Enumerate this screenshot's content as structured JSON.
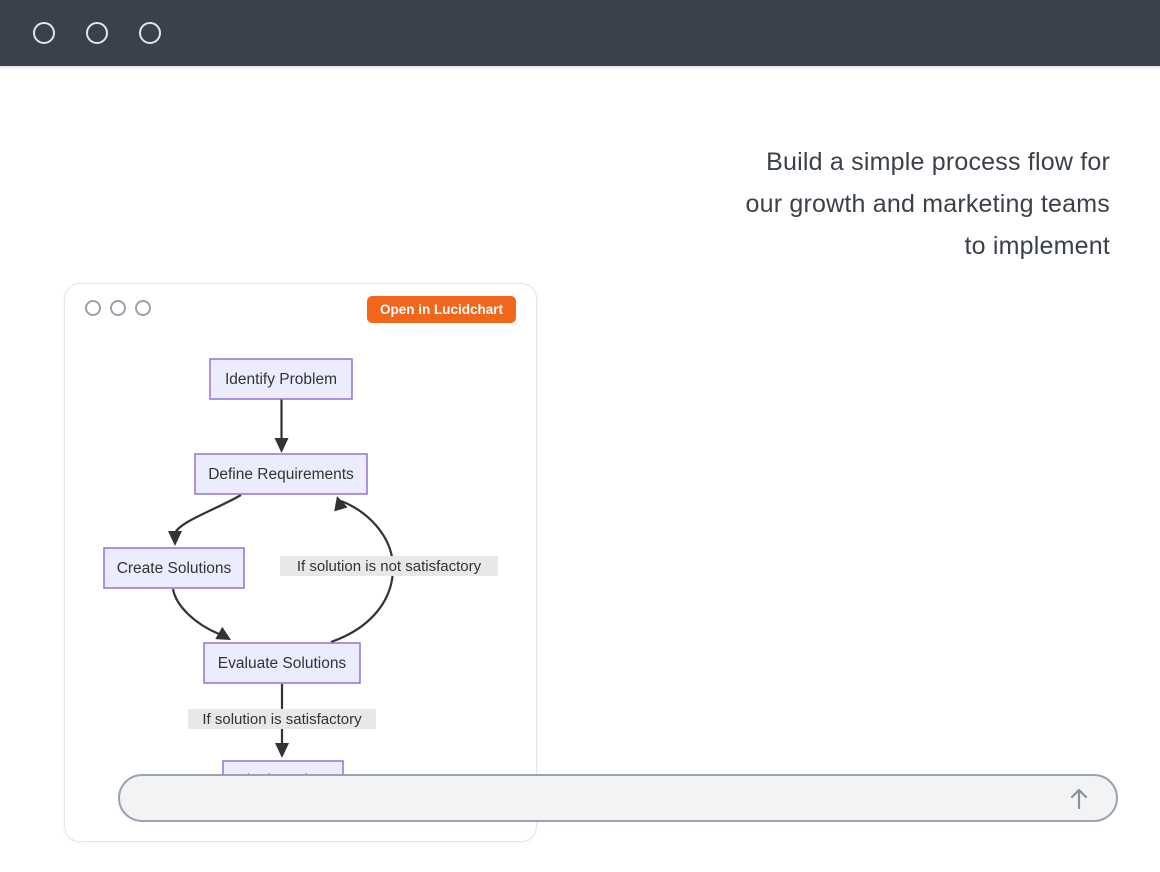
{
  "titlebar": {
    "window_dots_count": 3
  },
  "prompt": {
    "text": "Build a simple process flow for our growth and marketing teams to implement",
    "lines": [
      "Build a simple process flow for",
      "our growth and marketing teams",
      "to implement"
    ]
  },
  "artifact_card": {
    "open_button_label": "Open in Lucidchart",
    "accent_color": "#F2661C",
    "flowchart": {
      "nodes": [
        {
          "label": "Identify Problem"
        },
        {
          "label": "Define Requirements"
        },
        {
          "label": "Create Solutions"
        },
        {
          "label": "Evaluate Solutions"
        },
        {
          "label": "Final Product"
        }
      ],
      "edges": [
        {
          "from": "Identify Problem",
          "to": "Define Requirements",
          "label": ""
        },
        {
          "from": "Define Requirements",
          "to": "Create Solutions",
          "label": ""
        },
        {
          "from": "Create Solutions",
          "to": "Evaluate Solutions",
          "label": ""
        },
        {
          "from": "Evaluate Solutions",
          "to": "Define Requirements",
          "label": "If solution is not satisfactory"
        },
        {
          "from": "Evaluate Solutions",
          "to": "Final Product",
          "label": "If solution is satisfactory"
        }
      ],
      "colors": {
        "node_fill": "#ECECFF",
        "node_border": "#9370DB",
        "edge": "#333333",
        "edge_label_bg": "#e8e8e8"
      }
    }
  },
  "composer": {
    "value": "",
    "placeholder": "",
    "send_icon": "arrow-up-icon"
  }
}
